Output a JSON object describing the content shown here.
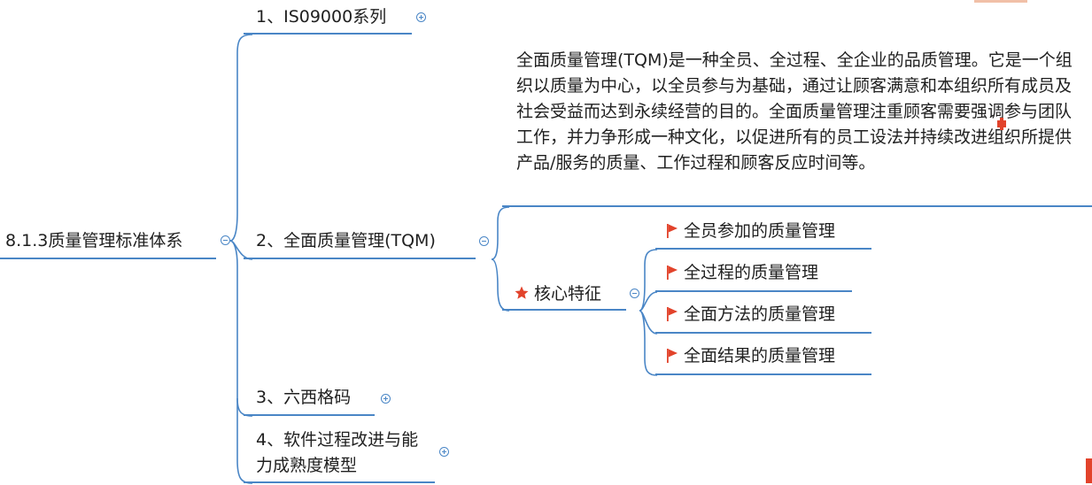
{
  "root": {
    "label": "8.1.3质量管理标准体系"
  },
  "branches": [
    {
      "id": "b1",
      "label": "1、IS09000系列",
      "collapsed": true
    },
    {
      "id": "b2",
      "label": "2、全面质量管理(TQM)",
      "collapsed": false
    },
    {
      "id": "b3",
      "label": "3、六西格码",
      "collapsed": true
    },
    {
      "id": "b4",
      "label": "4、软件过程改进与能力成熟度模型",
      "collapsed": true
    }
  ],
  "tqm": {
    "description": "全面质量管理(TQM)是一种全员、全过程、全企业的品质管理。它是一个组织以质量为中心，以全员参与为基础，通过让顾客满意和本组织所有成员及社会受益而达到永续经营的目的。全面质量管理注重顾客需要强调参与团队工作，并力争形成一种文化，以促进所有的员工设法并持续改进组织所提供产品/服务的质量、工作过程和顾客反应时间等。",
    "core": {
      "label": "核心特征",
      "icon": "star-icon",
      "items": [
        {
          "label": "全员参加的质量管理",
          "icon": "flag-icon"
        },
        {
          "label": "全过程的质量管理",
          "icon": "flag-icon"
        },
        {
          "label": "全面方法的质量管理",
          "icon": "flag-icon"
        },
        {
          "label": "全面结果的质量管理",
          "icon": "flag-icon"
        }
      ]
    }
  },
  "colors": {
    "line": "#4a86c6",
    "marker": "#e2432b",
    "text": "#1f1f1f"
  }
}
